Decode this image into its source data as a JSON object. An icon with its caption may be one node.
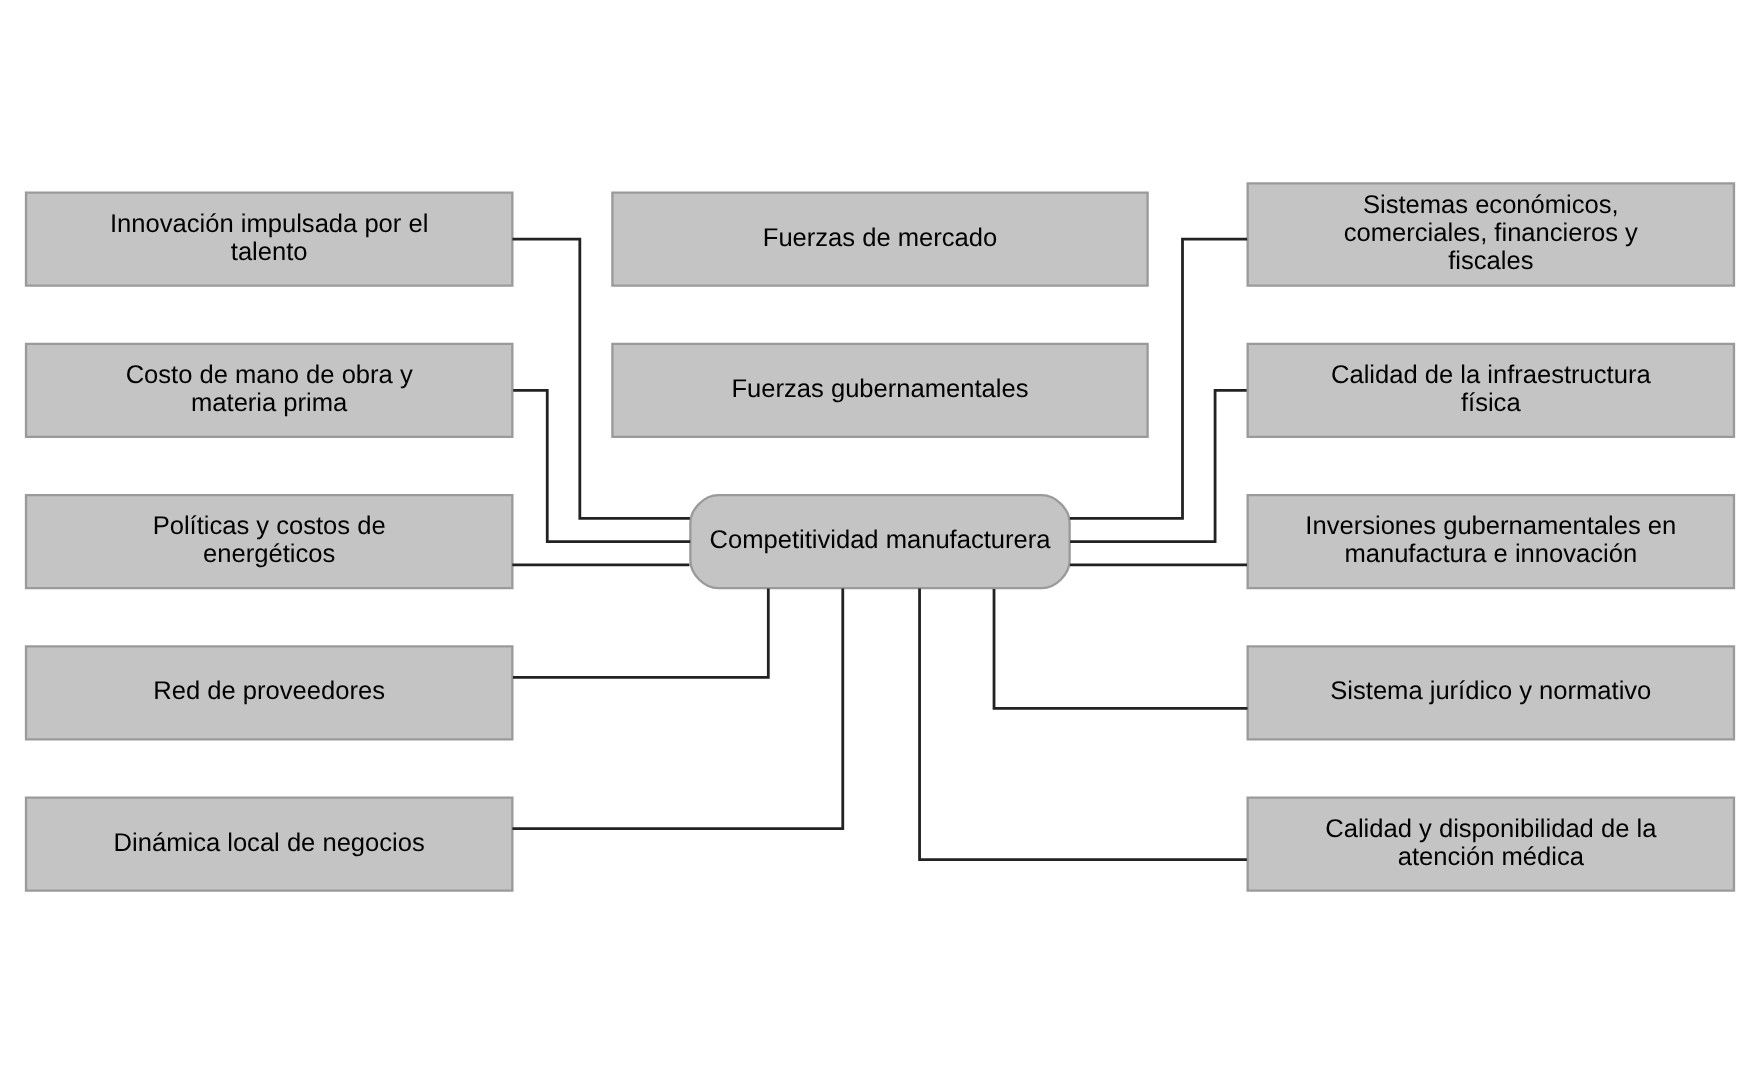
{
  "diagram": {
    "nodes": [
      {
        "text": [
          "Fuerzas gubernamentales"
        ]
      },
      {
        "text": [
          "Innovación impulsada por el talento"
        ]
      },
      {
        "text": [
          "Costo de mano de obra y materia prima"
        ]
      },
      {
        "text": [
          "Políticas y costos de energéticos"
        ]
      },
      {
        "text": [
          "Red de proveedores"
        ]
      },
      {
        "text": [
          "Dinámica local de negocios"
        ]
      },
      {
        "text": [
          "Competitividad manufacturera"
        ]
      },
      {
        "text": [
          "Sistemas económicos, comerciales, financieros y fiscales"
        ]
      },
      {
        "text": [
          "Calidad de la infraestructura física"
        ]
      },
      {
        "text": [
          "Inversiones gubernamentales en manufactura e innovación"
        ]
      },
      {
        "text": [
          "Sistema jurídico y normativo"
        ]
      },
      {
        "text": [
          "Calidad y disponibilidad de la atención médica"
        ]
      },
      {
        "text": [
          "Fuerzas de mercado"
        ]
      }
    ],
    "edges": [
      {
        "from": 1,
        "to": 6,
        "arrow": "none"
      },
      {
        "from": 2,
        "to": 6,
        "arrow": "none"
      },
      {
        "from": 3,
        "to": 6,
        "arrow": "none"
      },
      {
        "from": 4,
        "to": 6,
        "arrow": "none"
      },
      {
        "from": 5,
        "to": 6,
        "arrow": "none"
      },
      {
        "from": 6,
        "to": 7,
        "arrow": "none"
      },
      {
        "from": 6,
        "to": 8,
        "arrow": "none"
      },
      {
        "from": 6,
        "to": 9,
        "arrow": "none"
      },
      {
        "from": 6,
        "to": 10,
        "arrow": "none"
      },
      {
        "from": 6,
        "to": 11,
        "arrow": "none"
      }
    ]
  }
}
